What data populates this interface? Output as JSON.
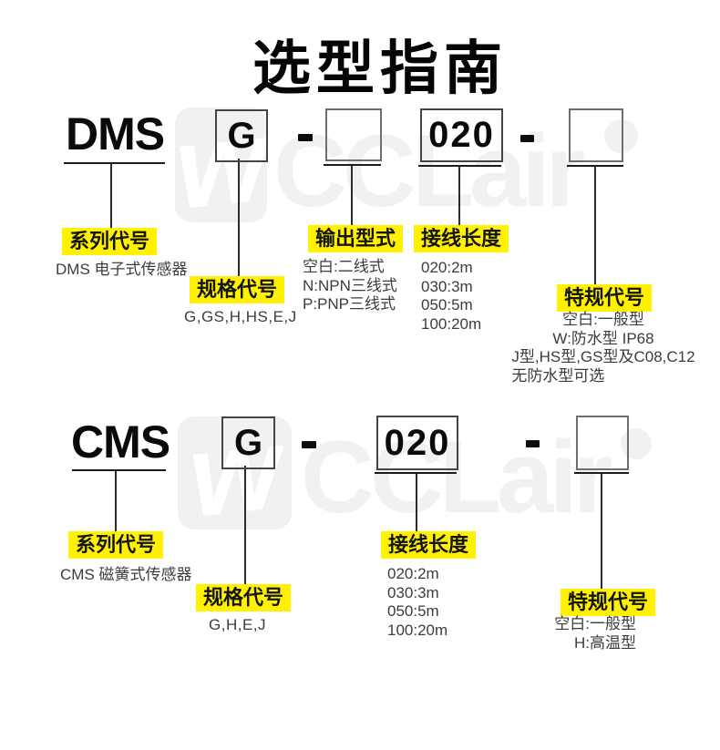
{
  "page": {
    "title": "选型指南"
  },
  "watermark": {
    "logo": "w",
    "brand": "CCLair"
  },
  "colors": {
    "highlight": "#FFF100",
    "watermark_gray": "#f1f1f1",
    "text": "#111111"
  },
  "sections": [
    {
      "model": {
        "series": "DMS",
        "spec": "G",
        "dash1": "-",
        "output": "",
        "length": "020",
        "dash2": "-",
        "special": ""
      },
      "labels": {
        "series": {
          "title": "系列代号",
          "desc": "DMS 电子式传感器"
        },
        "spec": {
          "title": "规格代号",
          "desc": "G,GS,H,HS,E,J"
        },
        "output": {
          "title": "输出型式",
          "lines": [
            "空白:二线式",
            "N:NPN三线式",
            "P:PNP三线式"
          ]
        },
        "length": {
          "title": "接线长度",
          "lines": [
            "020:2m",
            "030:3m",
            "050:5m",
            "100:20m"
          ]
        },
        "special": {
          "title": "特规代号",
          "lines": [
            "空白:一般型",
            "W:防水型 IP68"
          ],
          "note": [
            "J型,HS型,GS型及C08,C12",
            "无防水型可选"
          ]
        }
      }
    },
    {
      "model": {
        "series": "CMS",
        "spec": "G",
        "dash1": "-",
        "length": "020",
        "dash2": "-",
        "special": ""
      },
      "labels": {
        "series": {
          "title": "系列代号",
          "desc": "CMS 磁簧式传感器"
        },
        "spec": {
          "title": "规格代号",
          "desc": "G,H,E,J"
        },
        "length": {
          "title": "接线长度",
          "lines": [
            "020:2m",
            "030:3m",
            "050:5m",
            "100:20m"
          ]
        },
        "special": {
          "title": "特规代号",
          "lines": [
            "空白:一般型",
            "H:高温型"
          ]
        }
      }
    }
  ]
}
